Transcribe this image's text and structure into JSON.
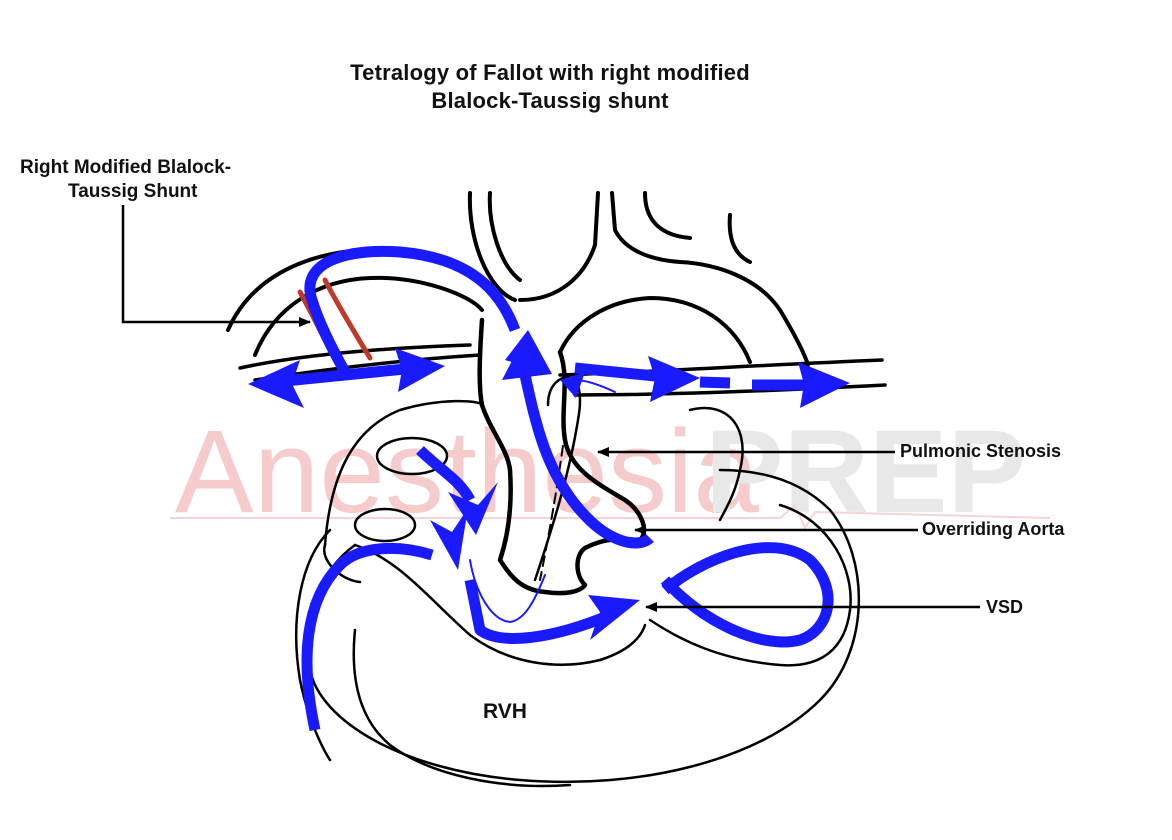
{
  "title": {
    "line1": "Tetralogy of Fallot with right modified",
    "line2": "Blalock-Taussig shunt"
  },
  "labels": {
    "shunt_line1": "Right Modified Blalock-",
    "shunt_line2": "Taussig Shunt",
    "pulmonic_stenosis": "Pulmonic Stenosis",
    "overriding_aorta": "Overriding Aorta",
    "vsd": "VSD",
    "rvh": "RVH"
  },
  "watermark": {
    "light_part": "Anesthesia",
    "bold_part": "PREP"
  },
  "colors": {
    "blood_flow": "#1a1aff",
    "shunt": "#c0392b",
    "outline": "#000000",
    "watermark_light": "#f4c6c6",
    "watermark_bold": "#e6e6e6"
  }
}
